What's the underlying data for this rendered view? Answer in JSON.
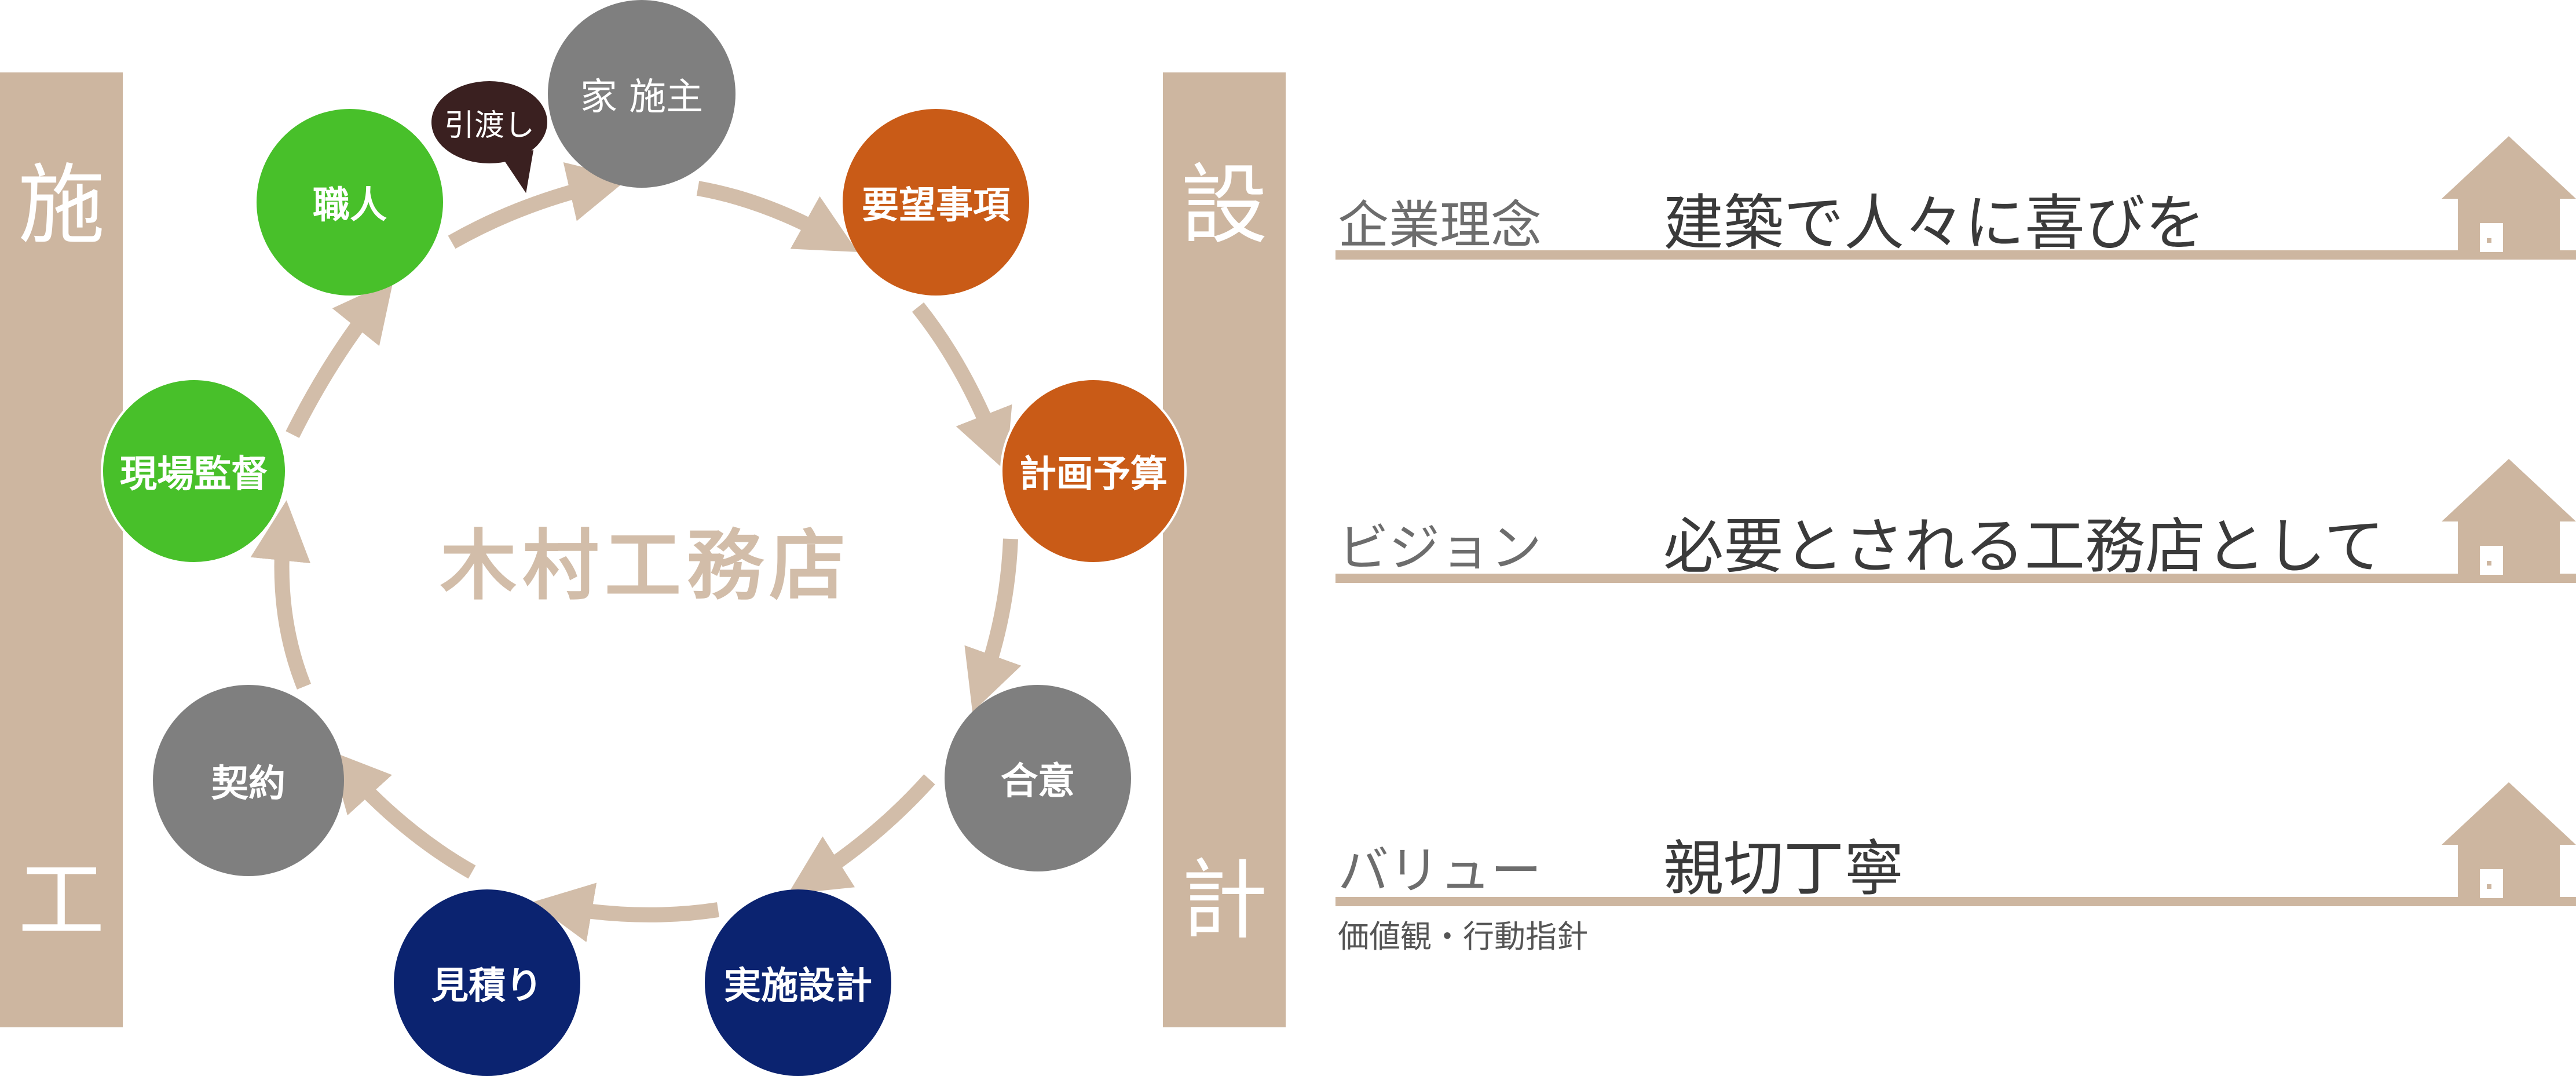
{
  "sidebars": {
    "left": {
      "top": "施",
      "bottom": "工"
    },
    "right": {
      "top": "設",
      "bottom": "計"
    }
  },
  "cycle": {
    "center": "木村工務店",
    "bubble": "引渡し",
    "nodes": [
      {
        "id": "client",
        "label": "家 施主",
        "color": "#7f7f7f"
      },
      {
        "id": "request",
        "label": "要望事項",
        "color": "#c95b17"
      },
      {
        "id": "plan",
        "label": "計画予算",
        "color": "#c95b17"
      },
      {
        "id": "agree",
        "label": "合意",
        "color": "#7f7f7f"
      },
      {
        "id": "design",
        "label": "実施設計",
        "color": "#0b2370"
      },
      {
        "id": "estimate",
        "label": "見積り",
        "color": "#0b2370"
      },
      {
        "id": "contract",
        "label": "契約",
        "color": "#7f7f7f"
      },
      {
        "id": "super",
        "label": "現場監督",
        "color": "#48c02a"
      },
      {
        "id": "craft",
        "label": "職人",
        "color": "#48c02a"
      }
    ]
  },
  "philosophy": {
    "rows": [
      {
        "label": "企業理念",
        "value": "建築で人々に喜びを"
      },
      {
        "label": "ビジョン",
        "value": "必要とされる工務店として"
      },
      {
        "label": "バリュー",
        "value": "親切丁寧",
        "note": "価値観・行動指針"
      }
    ]
  },
  "colors": {
    "accent": "#cdb6a0",
    "arrow": "#d2bda9"
  }
}
